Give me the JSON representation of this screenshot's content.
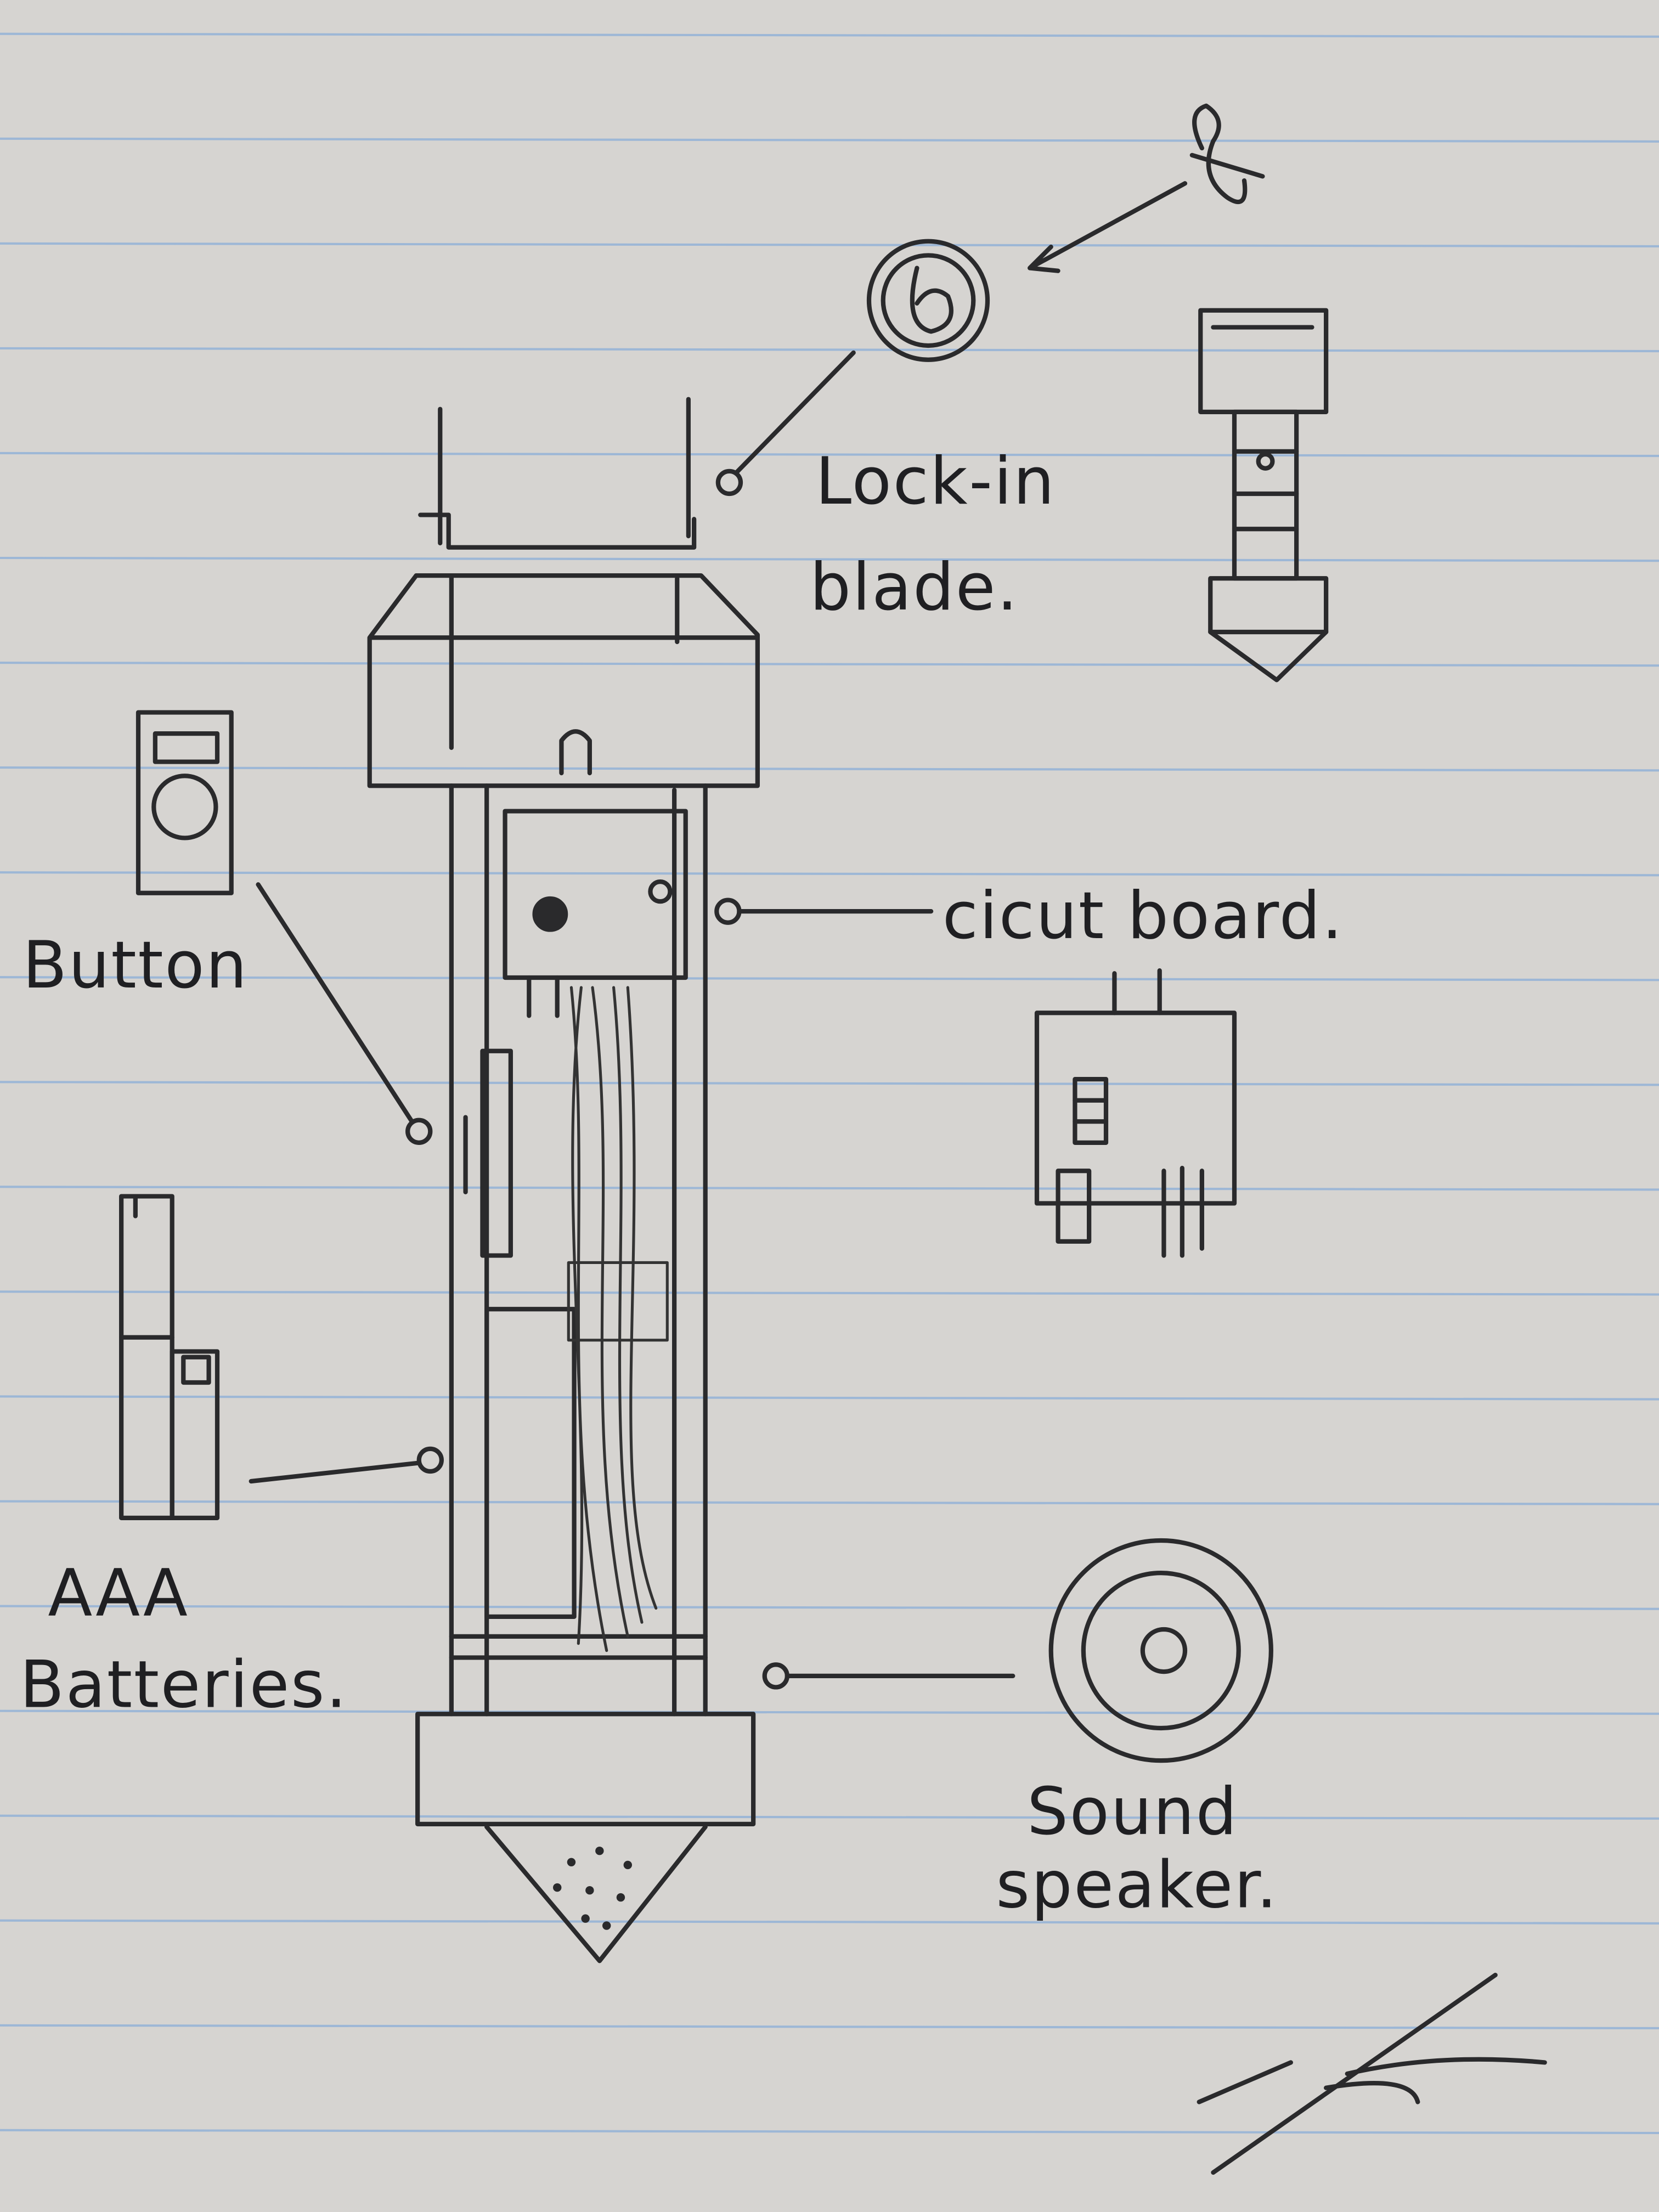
{
  "labels": {
    "lock_in_blade_line1": "Lock-in",
    "lock_in_blade_line2": "blade.",
    "circuit_board": "cicut board.",
    "button": "Button",
    "batteries_line1": "AAA",
    "batteries_line2": "Batteries.",
    "speaker_line1": "Sound",
    "speaker_line2": "speaker."
  },
  "colors": {
    "paper": "#d6d4d1",
    "ruled_line": "#8fb0d8",
    "ink": "#2a2a2c"
  }
}
